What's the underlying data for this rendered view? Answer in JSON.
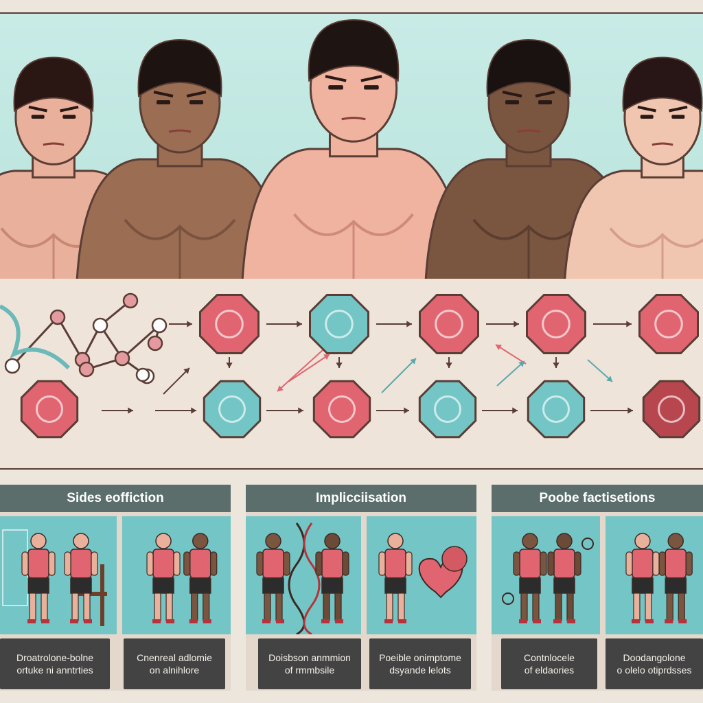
{
  "palette": {
    "banner_bg": "#c8ebe6",
    "accent_teal": "#73c5c6",
    "accent_red": "#e06570",
    "dark_outline": "#5a3d34",
    "panel_header": "#5b6e6c",
    "caption_bg": "#434343"
  },
  "figures": [
    {
      "skin": "#e9b19c",
      "shade": "#c98776",
      "hair": "#2a1714"
    },
    {
      "skin": "#9b6d52",
      "shade": "#7a5240",
      "hair": "#1d1310"
    },
    {
      "skin": "#efb3a0",
      "shade": "#cf8a7a",
      "hair": "#1e1412"
    },
    {
      "skin": "#7a5540",
      "shade": "#5c3e30",
      "hair": "#1a1210"
    },
    {
      "skin": "#f1c6b0",
      "shade": "#d59f8c",
      "hair": "#271615"
    }
  ],
  "flow": {
    "top_row": [
      {
        "icon": "eye-icon",
        "fill": "#e06570"
      },
      {
        "icon": "magnifier-icon",
        "fill": "#73c5c6"
      },
      {
        "icon": "body-outline-icon",
        "fill": "#e06570"
      },
      {
        "icon": "organ-icon",
        "fill": "#e06570"
      },
      {
        "icon": "crossed-cell-icon",
        "fill": "#e06570"
      }
    ],
    "bottom_row": [
      {
        "icon": "liver-icon",
        "fill": "#e06570"
      },
      {
        "icon": "torso-icon",
        "fill": "#73c5c6"
      },
      {
        "icon": "lungs-icon",
        "fill": "#e06570"
      },
      {
        "icon": "spine-icon",
        "fill": "#73c5c6"
      },
      {
        "icon": "flask-icon",
        "fill": "#73c5c6"
      },
      {
        "icon": "virus-icon",
        "fill": "#b8464e"
      }
    ]
  },
  "panels": [
    {
      "title": "Sides eoffiction",
      "captions": [
        {
          "line1": "Droatrolone-bolne",
          "line2": "ortuke ni anntrties"
        },
        {
          "line1": "Cnenreal adlomie",
          "line2": "on alnihlore"
        }
      ]
    },
    {
      "title": "Implicciisation",
      "captions": [
        {
          "line1": "Doisbson anmmion",
          "line2": "of rmmbsile"
        },
        {
          "line1": "Poeible onimptome",
          "line2": "dsyande lelots"
        }
      ]
    },
    {
      "title": "Poobe factisetions",
      "captions": [
        {
          "line1": "Contnlocele",
          "line2": "of eldaories"
        },
        {
          "line1": "Doodangolone",
          "line2": "o olelo otiprdsses"
        }
      ]
    }
  ]
}
